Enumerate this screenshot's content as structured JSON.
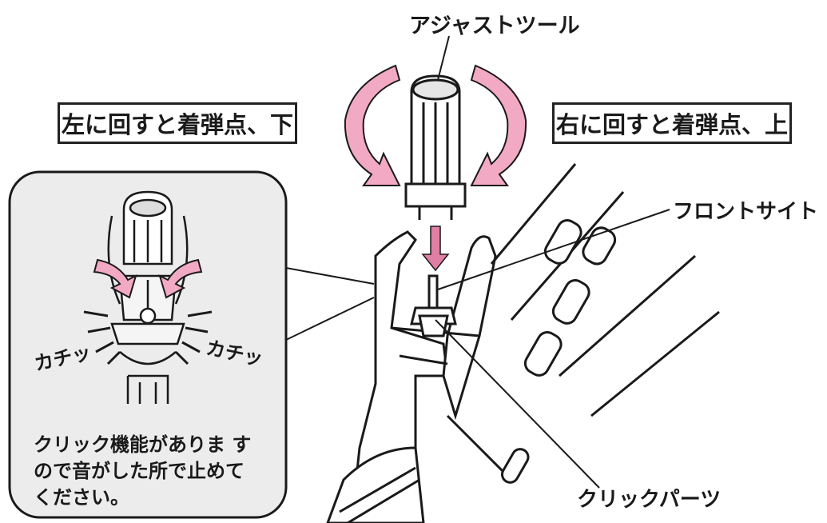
{
  "labels": {
    "adjust_tool": "アジャストツール",
    "left_turn": "左に回すと着弾点、下",
    "right_turn": "右に回すと着弾点、上",
    "front_sight": "フロントサイト",
    "click_parts": "クリックパーツ",
    "click_sound_left": "カチッ",
    "click_sound_right": "カチッ"
  },
  "inset_note": {
    "line1": "クリック機能がありま す",
    "line2": "ので音がした所で止めて",
    "line3": "ください。"
  },
  "colors": {
    "arrow_pink": "#f2a9c4",
    "arrow_pink_dark": "#e07ea3",
    "inset_bg": "#ececec",
    "line": "#1a1a1a"
  }
}
